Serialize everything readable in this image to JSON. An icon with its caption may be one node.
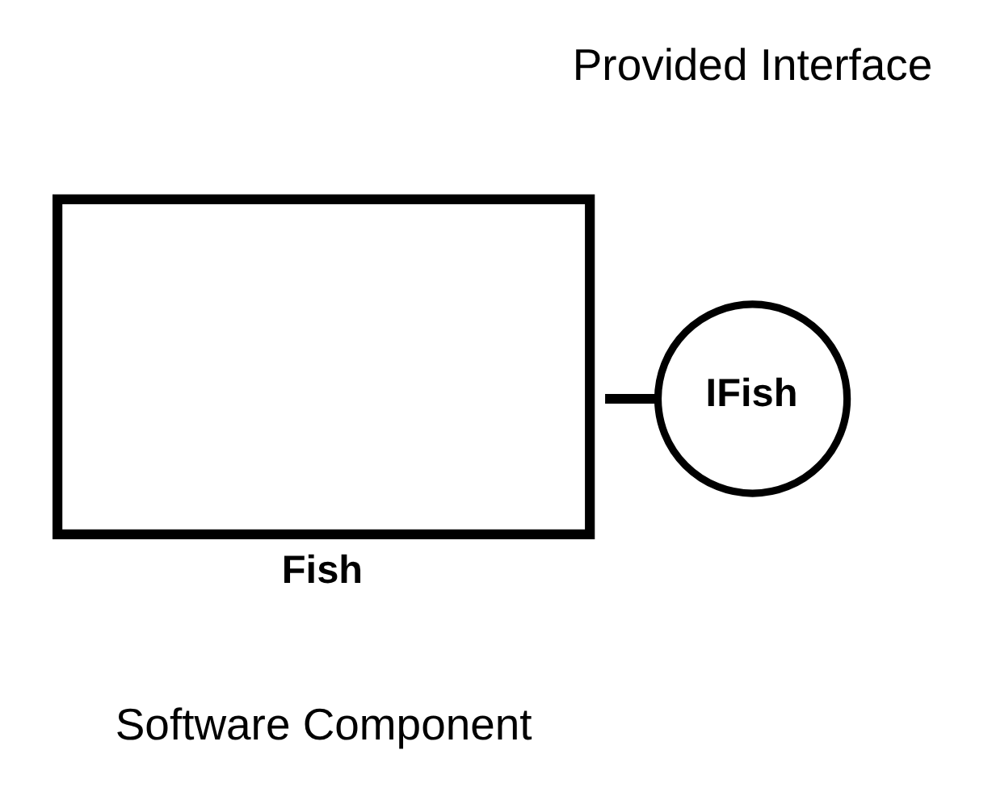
{
  "diagram": {
    "nodes": [
      {
        "text": [
          "Fish"
        ]
      },
      {
        "text": [
          "IFish"
        ]
      }
    ],
    "edges": [
      {
        "from": 0,
        "to": 1,
        "arrow": "none"
      }
    ],
    "labels": [
      "Provided Interface",
      "Software Component"
    ]
  }
}
